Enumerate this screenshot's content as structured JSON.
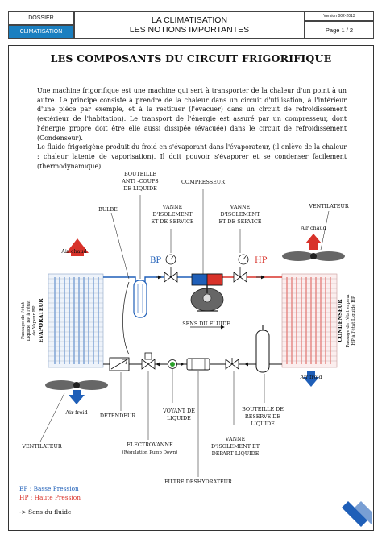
{
  "header": {
    "dossier": "DOSSIER",
    "category": "CLIMATISATION",
    "title_line1": "LA CLIMATISATION",
    "title_line2": "LES NOTIONS IMPORTANTES",
    "version": "Version 002-2013",
    "page": "Page 1 / 2"
  },
  "main_title": "LES COMPOSANTS DU CIRCUIT FRIGORIFIQUE",
  "intro": [
    "Une machine frigorifique est une machine qui sert à transporter de la chaleur d'un point à un autre. Le principe consiste à prendre de la chaleur dans un circuit d'utilisation, à l'intérieur d'une pièce par exemple, et à la restituer (l'évacuer) dans un circuit de refroidissement (extérieur de l'habitation). Le transport de l'énergie est assuré par un compresseur, dont l'énergie propre doit être elle aussi dissipée (évacuée) dans le circuit de refroidissement (Condenseur).",
    "Le fluide frigorigène produit du froid en s'évaporant dans l'évaporateur, (il enlève de la chaleur : chaleur latente de vaporisation). Il doit pouvoir s'évaporer et se condenser facilement (thermodynamique)."
  ],
  "diagram": {
    "bouteille_liquide": [
      "BOUTEILLE",
      "ANTI -COUPS",
      "DE LIQUIDE"
    ],
    "compresseur": "COMPRESSEUR",
    "vanne_bp": [
      "VANNE",
      "D'ISOLEMENT",
      "ET DE SERVICE"
    ],
    "vanne_hp": [
      "VANNE",
      "D'ISOLEMENT",
      "ET DE SERVICE"
    ],
    "bulbe": "BULBE",
    "ventilateur_top": "VENTILATEUR",
    "air_chaud_left": "Air chaud",
    "air_chaud_right": "Air chaud",
    "bp_tag": "BP",
    "hp_tag": "HP",
    "sens_fluide": "SENS DU FLUIDE",
    "evap_side_1": "Passage de l'état",
    "evap_side_2": "Liquide BP à l'état",
    "evap_side_3": "de Vapeur BP",
    "evaporateur": "EVAPORATEUR",
    "condenseur": "CONDENSEUR",
    "cond_side_1": "Passage de l'état vapeur",
    "cond_side_2": "HP à l'état Liquide HP",
    "air_froid_left": "Air froid",
    "air_froid_right": "Air froid",
    "detendeur": "DETENDEUR",
    "voyant": [
      "VOYANT DE",
      "LIQUIDE"
    ],
    "bouteille_reserve": [
      "BOUTEILLE DE",
      "RESERVE DE",
      "LIQUIDE"
    ],
    "ventilateur_bottom": "VENTILATEUR",
    "electrovanne": "ELECTROVANNE",
    "electrovanne_note": "(Régulation Pump Down)",
    "vanne_depart": [
      "VANNE",
      "D'ISOLEMENT ET",
      "DEPART LIQUIDE"
    ],
    "filtre": "FILTRE DESHYDRATEUR"
  },
  "legend": {
    "bp": "BP : Basse Pression",
    "hp": "HP : Haute Pression",
    "sens": "-> Sens du fluide"
  },
  "colors": {
    "bp": "#1f5fb8",
    "hp": "#d8322a",
    "header_accent": "#1a7fc0"
  }
}
